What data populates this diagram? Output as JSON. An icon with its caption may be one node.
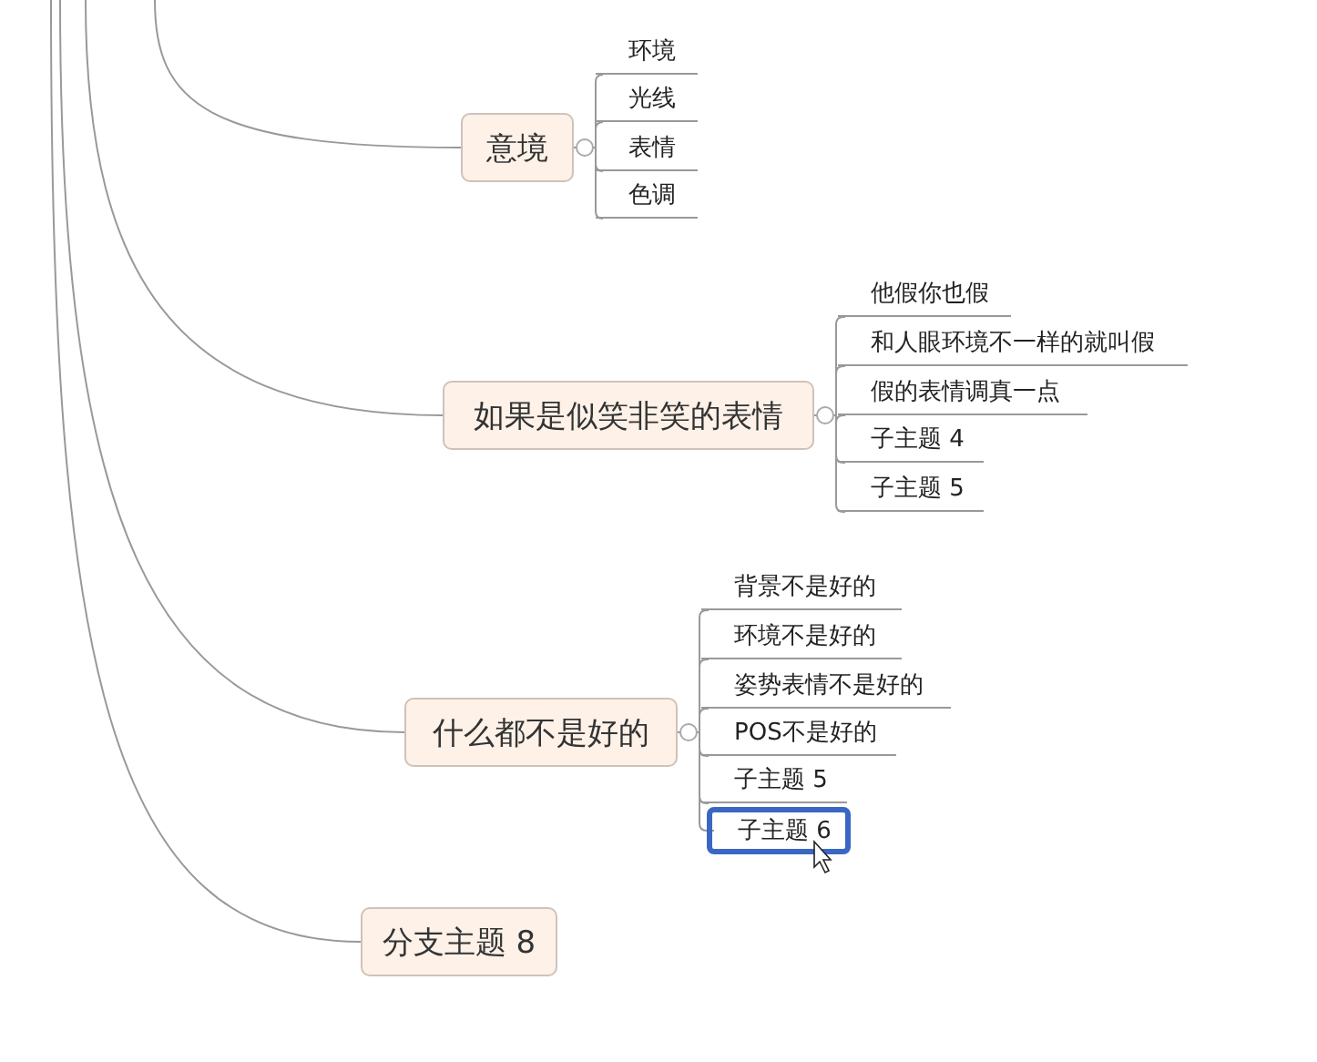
{
  "diagram": {
    "nodes": [
      {
        "text": [
          "意境"
        ]
      },
      {
        "text": [
          "环境"
        ]
      },
      {
        "text": [
          "光线"
        ]
      },
      {
        "text": [
          "表情"
        ]
      },
      {
        "text": [
          "色调"
        ]
      },
      {
        "text": [
          "如果是似笑非笑的表情"
        ]
      },
      {
        "text": [
          "他假你也假"
        ]
      },
      {
        "text": [
          "和人眼环境不一样的就叫假"
        ]
      },
      {
        "text": [
          "假的表情调真一点"
        ]
      },
      {
        "text": [
          "子主题 4"
        ]
      },
      {
        "text": [
          "子主题 5"
        ]
      },
      {
        "text": [
          "什么都不是好的"
        ]
      },
      {
        "text": [
          "背景不是好的"
        ]
      },
      {
        "text": [
          "环境不是好的"
        ]
      },
      {
        "text": [
          "姿势表情不是好的"
        ]
      },
      {
        "text": [
          "POS不是好的"
        ]
      },
      {
        "text": [
          "子主题 5"
        ]
      },
      {
        "text": [
          "子主题 6"
        ]
      },
      {
        "text": [
          "分支主题 8"
        ]
      }
    ],
    "edges": [
      {
        "from": null,
        "to": 0,
        "arrow": "none"
      },
      {
        "from": null,
        "to": 5,
        "arrow": "none"
      },
      {
        "from": null,
        "to": 11,
        "arrow": "none"
      },
      {
        "from": null,
        "to": 18,
        "arrow": "none"
      },
      {
        "from": 0,
        "to": 1,
        "arrow": "none"
      },
      {
        "from": 0,
        "to": 2,
        "arrow": "none"
      },
      {
        "from": 0,
        "to": 3,
        "arrow": "none"
      },
      {
        "from": 0,
        "to": 4,
        "arrow": "none"
      },
      {
        "from": 5,
        "to": 6,
        "arrow": "none"
      },
      {
        "from": 5,
        "to": 7,
        "arrow": "none"
      },
      {
        "from": 5,
        "to": 8,
        "arrow": "none"
      },
      {
        "from": 5,
        "to": 9,
        "arrow": "none"
      },
      {
        "from": 5,
        "to": 10,
        "arrow": "none"
      },
      {
        "from": 11,
        "to": 12,
        "arrow": "none"
      },
      {
        "from": 11,
        "to": 13,
        "arrow": "none"
      },
      {
        "from": 11,
        "to": 14,
        "arrow": "none"
      },
      {
        "from": 11,
        "to": 15,
        "arrow": "none"
      },
      {
        "from": 11,
        "to": 16,
        "arrow": "none"
      },
      {
        "from": 11,
        "to": 17,
        "arrow": "none"
      }
    ]
  }
}
